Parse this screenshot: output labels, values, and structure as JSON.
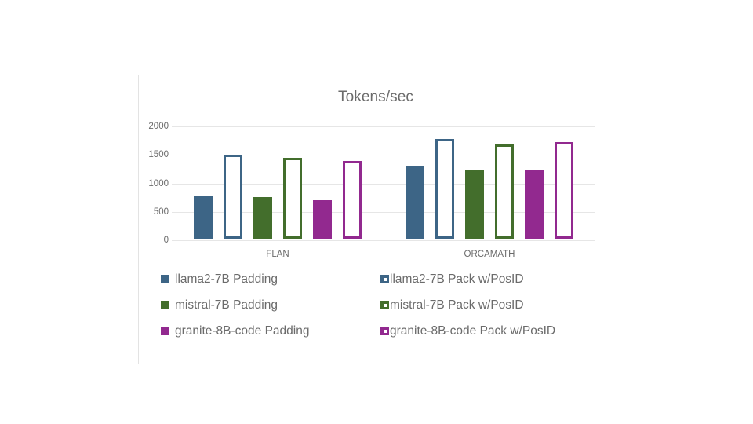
{
  "chart_data": {
    "type": "bar",
    "title": "Tokens/sec",
    "xlabel": "",
    "ylabel": "",
    "categories": [
      "FLAN",
      "ORCAMATH"
    ],
    "ylim": [
      0,
      2000
    ],
    "yticks": [
      0,
      500,
      1000,
      1500,
      2000
    ],
    "ytick_labels": [
      "0",
      "500",
      "1000",
      "1500",
      "2000"
    ],
    "grid": true,
    "legend_position": "bottom",
    "series": [
      {
        "name": "llama2-7B Padding",
        "style": "filled",
        "color": "#3d6586",
        "values": [
          760,
          1270
        ]
      },
      {
        "name": "llama2-7B Pack w/PosID",
        "style": "outline",
        "color": "#3d6586",
        "values": [
          1470,
          1750
        ]
      },
      {
        "name": "mistral-7B Padding",
        "style": "filled",
        "color": "#436e2c",
        "values": [
          730,
          1220
        ]
      },
      {
        "name": "mistral-7B Pack w/PosID",
        "style": "outline",
        "color": "#436e2c",
        "values": [
          1420,
          1660
        ]
      },
      {
        "name": "granite-8B-code Padding",
        "style": "filled",
        "color": "#92298f",
        "values": [
          680,
          1200
        ]
      },
      {
        "name": "granite-8B-code Pack w/PosID",
        "style": "outline",
        "color": "#92298f",
        "values": [
          1370,
          1700
        ]
      }
    ]
  },
  "legend": {
    "left_column": [
      {
        "label": "llama2-7B Padding",
        "color": "#3d6586",
        "style": "filled"
      },
      {
        "label": "mistral-7B Padding",
        "color": "#436e2c",
        "style": "filled"
      },
      {
        "label": "granite-8B-code Padding",
        "color": "#92298f",
        "style": "filled"
      }
    ],
    "right_column": [
      {
        "label": "llama2-7B Pack w/PosID",
        "color": "#3d6586",
        "style": "packed"
      },
      {
        "label": "mistral-7B Pack w/PosID",
        "color": "#436e2c",
        "style": "packed"
      },
      {
        "label": "granite-8B-code Pack w/PosID",
        "color": "#92298f",
        "style": "packed"
      }
    ]
  },
  "colors": {
    "blue": "#3d6586",
    "green": "#436e2c",
    "purple": "#92298f",
    "grid": "#e6e6e6",
    "text": "#6b6b6b",
    "border": "#e3e3e3",
    "background": "#ffffff"
  }
}
